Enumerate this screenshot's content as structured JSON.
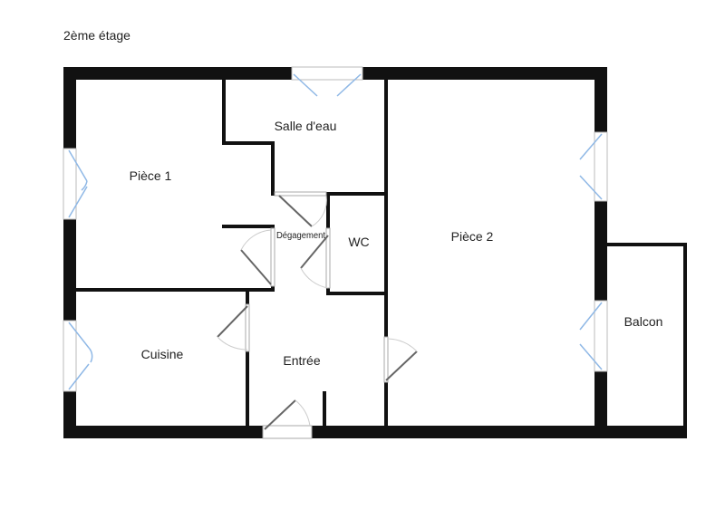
{
  "floor": {
    "label": "2ème étage"
  },
  "rooms": {
    "piece1": "Pièce 1",
    "salle_deau": "Salle d'eau",
    "degagement": "Dégagement",
    "wc": "WC",
    "piece2": "Pièce 2",
    "balcon": "Balcon",
    "cuisine": "Cuisine",
    "entree": "Entrée"
  },
  "colors": {
    "wall": "#111111",
    "window": "#8fb8e6",
    "door": "#666666"
  }
}
